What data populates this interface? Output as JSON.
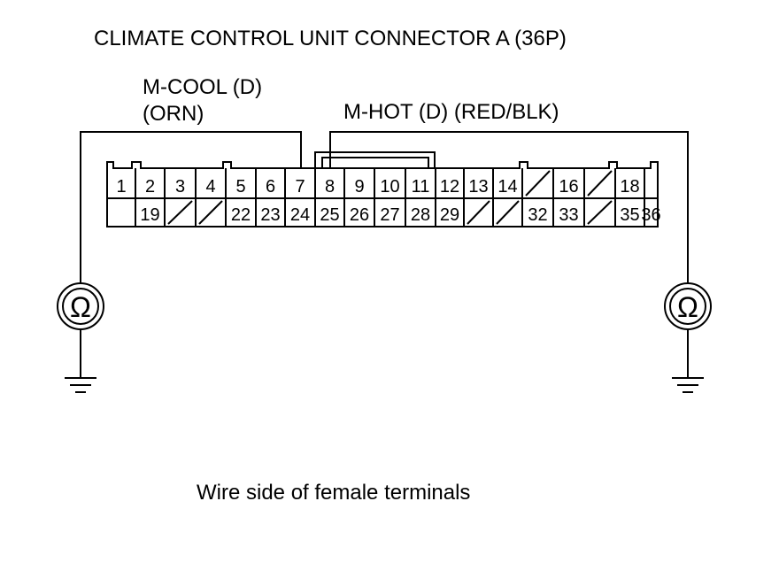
{
  "title": "CLIMATE CONTROL UNIT CONNECTOR A (36P)",
  "wires": {
    "cool_name": "M-COOL (D)",
    "cool_color": "(ORN)",
    "hot_label": "M-HOT (D) (RED/BLK)"
  },
  "footer": "Wire side of female terminals",
  "meter_symbol": "Ω",
  "connector": {
    "top_row": [
      "1",
      "2",
      "3",
      "4",
      "5",
      "6",
      "7",
      "8",
      "9",
      "10",
      "11",
      "12",
      "13",
      "14",
      "",
      "16",
      "",
      "18",
      ""
    ],
    "bottom_row": [
      "",
      "19",
      "",
      "",
      "22",
      "23",
      "24",
      "25",
      "26",
      "27",
      "28",
      "29",
      "",
      "",
      "32",
      "33",
      "",
      "35",
      "36"
    ]
  },
  "connections": [
    {
      "wire": "M-COOL (D)",
      "terminal": "7"
    },
    {
      "wire": "M-HOT (D) (RED/BLK)",
      "terminal": "8"
    }
  ]
}
